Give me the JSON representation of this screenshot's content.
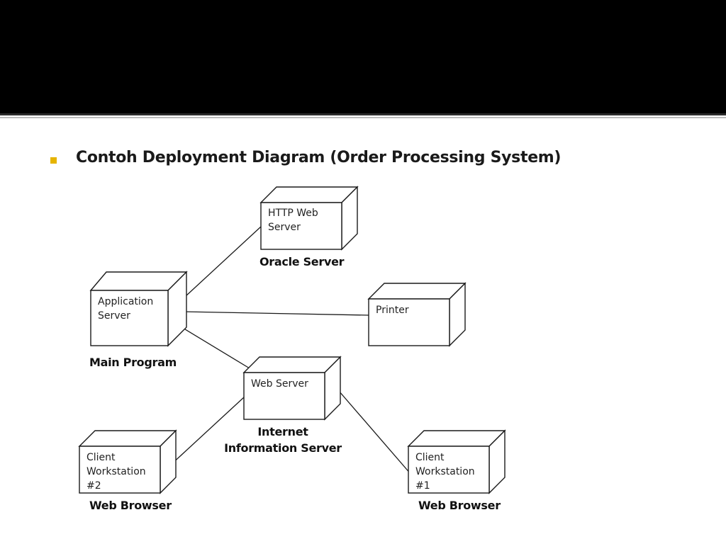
{
  "slide": {
    "heading": "Contoh Deployment Diagram (Order Processing System)",
    "bullet_color": "#e6b400",
    "band_color": "#000000"
  },
  "nodes": {
    "http_web_server": {
      "text_line1": "HTTP Web",
      "text_line2": "Server",
      "label": "Oracle Server"
    },
    "application_server": {
      "text_line1": "Application",
      "text_line2": "Server",
      "label": "Main Program"
    },
    "printer": {
      "text_line1": "Printer"
    },
    "web_server": {
      "text_line1": "Web Server",
      "label_line1": "Internet",
      "label_line2": "Information Server"
    },
    "client_workstation_2": {
      "text_line1": "Client",
      "text_line2": "Workstation",
      "text_line3": "#2",
      "label": "Web Browser"
    },
    "client_workstation_1": {
      "text_line1": "Client",
      "text_line2": "Workstation",
      "text_line3": "#1",
      "label": "Web Browser"
    }
  },
  "connections": [
    {
      "from": "application_server",
      "to": "http_web_server"
    },
    {
      "from": "application_server",
      "to": "printer"
    },
    {
      "from": "application_server",
      "to": "web_server"
    },
    {
      "from": "web_server",
      "to": "client_workstation_2"
    },
    {
      "from": "web_server",
      "to": "client_workstation_1"
    }
  ]
}
